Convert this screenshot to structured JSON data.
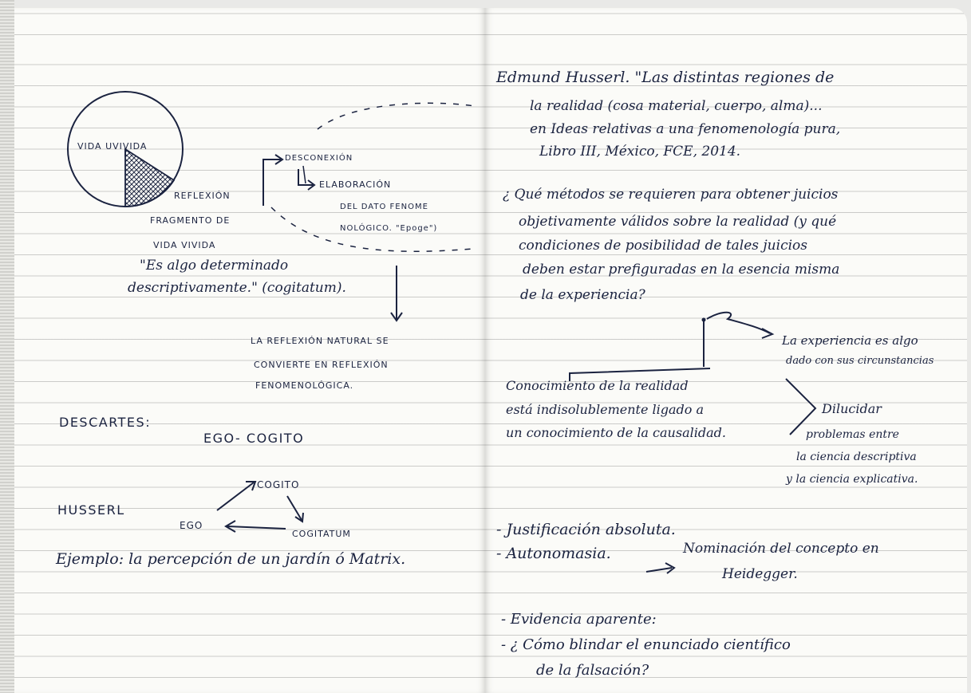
{
  "left_page": {
    "diagram": {
      "circle_label": "VIDA UVIVIDA",
      "reflexion_label": "REFLEXIÓN",
      "fragment_line1": "FRAGMENTO DE",
      "fragment_line2": "VIDA VIVIDA",
      "desconexion": "DESCONEXIÓN",
      "elaboracion_line1": "ELABORACIÓN",
      "elaboracion_line2": "DEL DATO FENOME",
      "elaboracion_line3": "NOLÓGICO. \"Epoge\")"
    },
    "quote_line1": "\"Es algo determinado",
    "quote_line2": "descriptivamente.\" (cogitatum).",
    "reflexion_natural": [
      "LA REFLEXIÓN NATURAL SE",
      "CONVIERTE EN REFLEXIÓN",
      "FENOMENOLÓGICA."
    ],
    "descartes_label": "DESCARTES:",
    "descartes_formula": "EGO- COGITO",
    "husserl_label": "HUSSERL",
    "husserl_ego": "EGO",
    "husserl_cogito": "COGITO",
    "husserl_cogitatum": "COGITATUM",
    "ejemplo": "Ejemplo: la percepción de un jardín ó Matrix."
  },
  "right_page": {
    "citation": [
      "Edmund Husserl. \"Las distintas regiones de",
      "la realidad (cosa material, cuerpo, alma)...",
      "en Ideas relativas a una fenomenología pura,",
      "Libro III, México, FCE, 2014."
    ],
    "question": [
      "¿ Qué métodos se requieren para obtener juicios",
      "objetivamente válidos sobre la realidad (y qué",
      "condiciones de posibilidad de tales juicios",
      "deben estar prefiguradas en la esencia misma",
      "de la experiencia?"
    ],
    "experiencia_note": [
      "La experiencia es algo",
      "dado con sus circunstancias"
    ],
    "conocimiento": [
      "Conocimiento de la realidad",
      "está indisolublemente ligado a",
      "un conocimiento de la causalidad."
    ],
    "dilucidar": [
      "Dilucidar",
      "problemas entre",
      "la ciencia descriptiva",
      "y la ciencia explicativa."
    ],
    "justificacion": "- Justificación absoluta.",
    "autonomasia": "- Autonomasia.",
    "nominacion": [
      "Nominación del concepto en",
      "Heidegger."
    ],
    "evidencia": [
      "- Evidencia aparente:",
      "- ¿ Cómo blindar el enunciado científico",
      "de la falsación?"
    ]
  }
}
